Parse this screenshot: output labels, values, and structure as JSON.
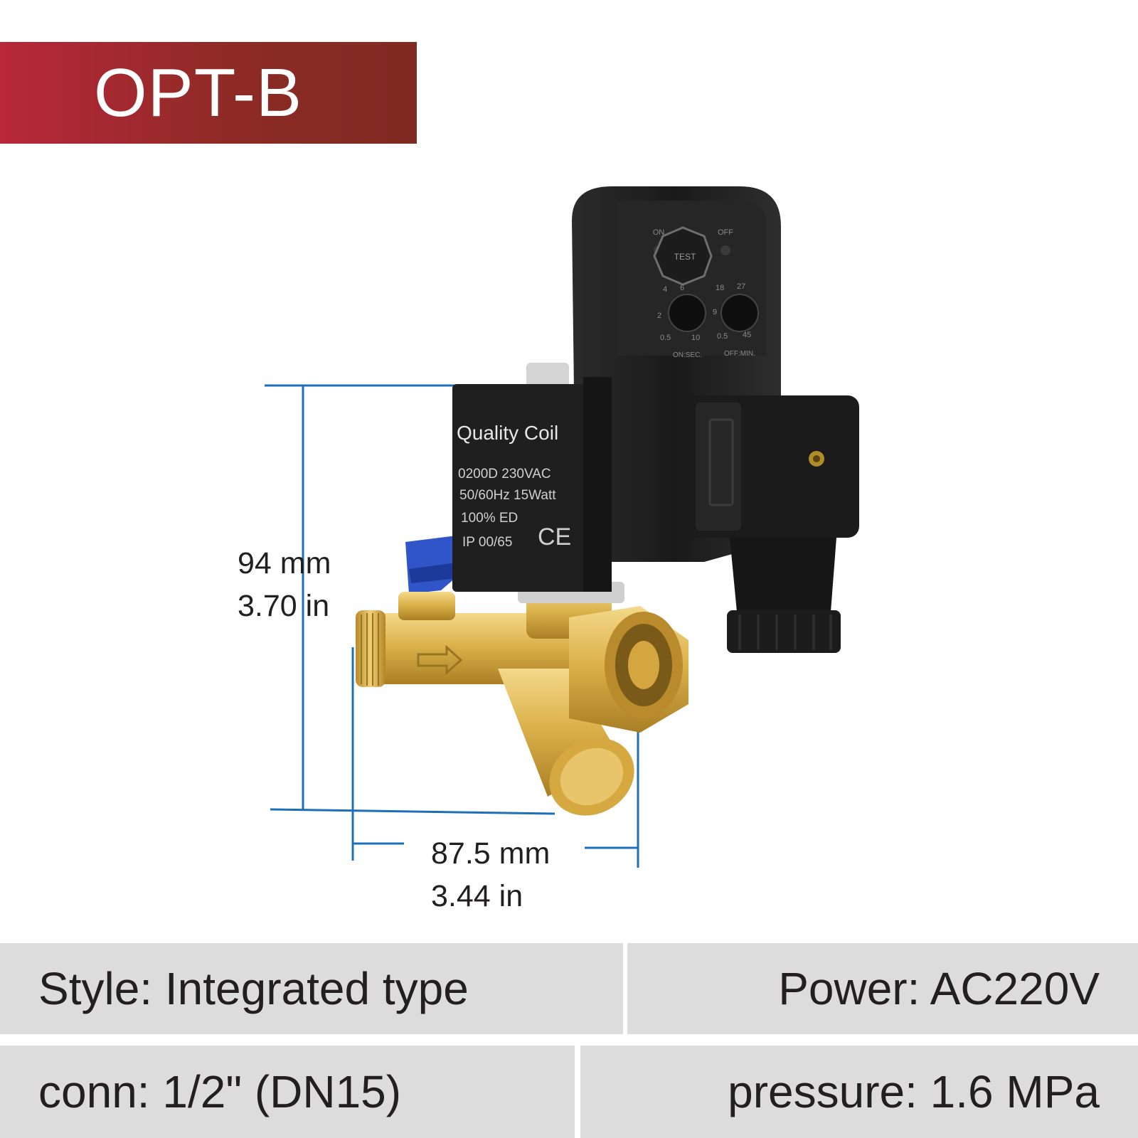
{
  "badge": {
    "label": "OPT-B"
  },
  "coil": {
    "title": "Quality Coil",
    "line1": "0200D   230VAC",
    "line2": "50/60Hz  15Watt",
    "line3": "100%  ED",
    "line4": "IP   00/65",
    "mark": "CE"
  },
  "timer": {
    "on_label": "ON",
    "off_label": "OFF",
    "test_label": "TEST",
    "left_dial": {
      "ticks": [
        "4",
        "6",
        "2",
        "0.5",
        "10"
      ],
      "caption": "ON:SEC."
    },
    "right_dial": {
      "ticks": [
        "18",
        "27",
        "9",
        "0.5",
        "45"
      ],
      "caption": "OFF:MIN."
    }
  },
  "dimensions": {
    "height_mm": "94 mm",
    "height_in": "3.70 in",
    "width_mm": "87.5 mm",
    "width_in": "3.44 in"
  },
  "specs": {
    "style": "Style: Integrated type",
    "power": "Power: AC220V",
    "conn": "conn: 1/2\" (DN15)",
    "pressure": "pressure: 1.6 MPa"
  },
  "colors": {
    "badge_start": "#b8283a",
    "badge_end": "#7f2a22",
    "dimension_line": "#1e6fb8",
    "spec_bg": "#dcdcdc",
    "brass": "#d9b24a"
  }
}
